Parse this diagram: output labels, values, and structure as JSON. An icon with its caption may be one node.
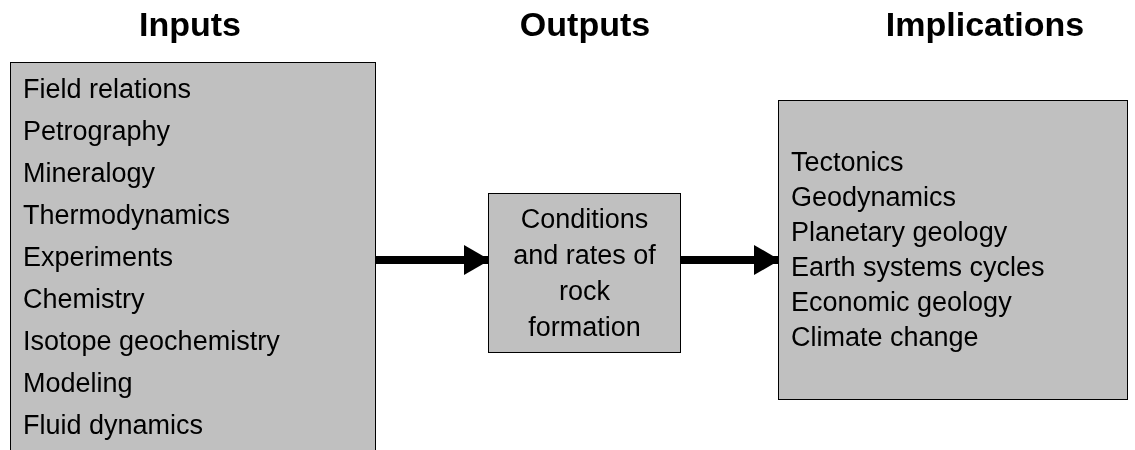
{
  "diagram": {
    "nodes": [
      {
        "text": [
          "Field relations",
          "Petrography",
          "Mineralogy",
          "Thermodynamics",
          "Experiments",
          "Chemistry",
          "Isotope geochemistry",
          "Modeling",
          "Fluid dynamics"
        ]
      },
      {
        "text": [
          "Conditions and rates of rock formation"
        ]
      },
      {
        "text": [
          "Tectonics",
          "Geodynamics",
          "Planetary geology",
          "Earth systems cycles",
          "Economic geology",
          "Climate change"
        ]
      }
    ],
    "edges": [
      {
        "from": 0,
        "to": 1,
        "arrow": "to"
      },
      {
        "from": 1,
        "to": 2,
        "arrow": "to"
      }
    ],
    "labels": [
      "Inputs",
      "Outputs",
      "Implications"
    ]
  }
}
